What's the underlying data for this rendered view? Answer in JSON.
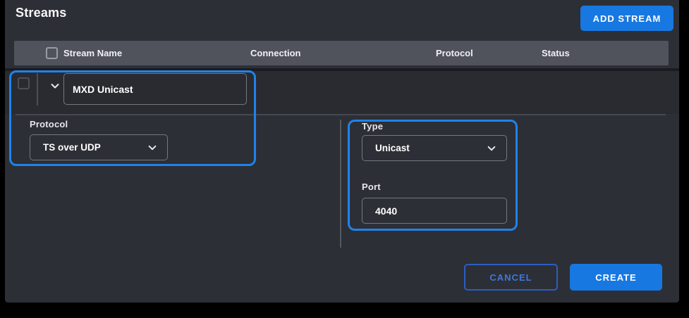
{
  "page": {
    "title": "Streams"
  },
  "actions": {
    "add_stream": "ADD STREAM",
    "cancel": "CANCEL",
    "create": "CREATE"
  },
  "table": {
    "columns": {
      "stream_name": "Stream Name",
      "connection": "Connection",
      "protocol": "Protocol",
      "status": "Status"
    }
  },
  "stream": {
    "name_value": "MXD Unicast"
  },
  "form": {
    "protocol_label": "Protocol",
    "protocol_value": "TS over UDP",
    "type_label": "Type",
    "type_value": "Unicast",
    "port_label": "Port",
    "port_value": "4040"
  },
  "icons": {
    "row_collapse": "chevron-down-icon",
    "protocol_dropdown": "chevron-down-icon",
    "type_dropdown": "chevron-down-icon"
  },
  "colors": {
    "accent_blue": "#1778e2",
    "highlight_blue": "#1f83ea",
    "panel_bg": "#2d2f36",
    "header_bar_bg": "#50525c"
  }
}
